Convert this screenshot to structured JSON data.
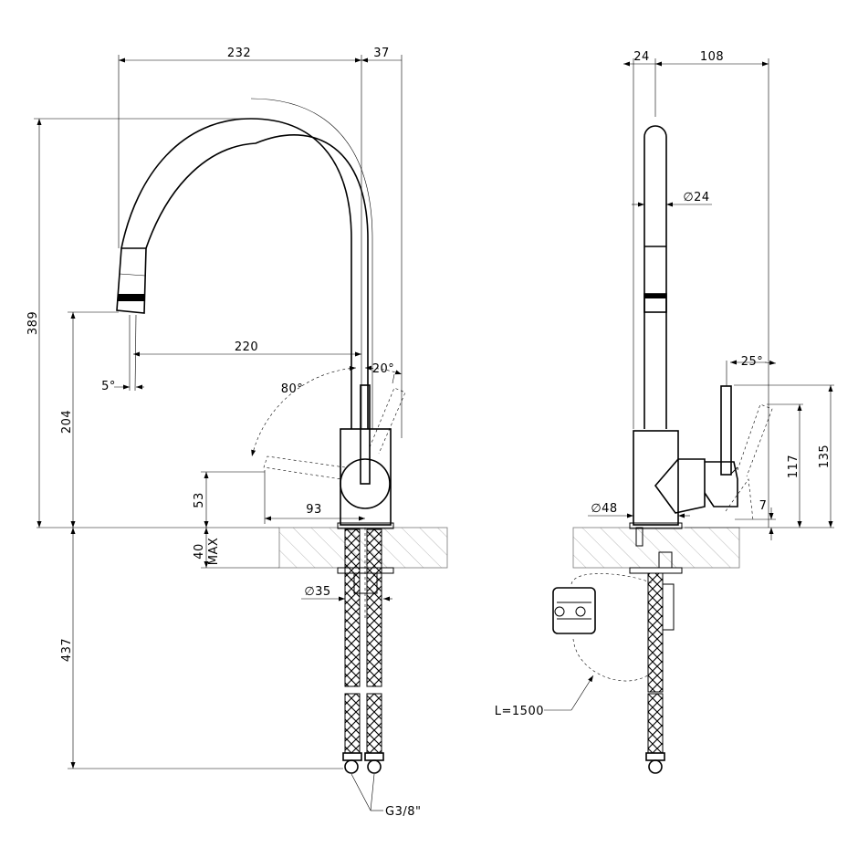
{
  "drawing": {
    "front_view": {
      "dims": {
        "spout_reach": "232",
        "spout_offset": "37",
        "total_height": "389",
        "outlet_height": "204",
        "spray_angle": "5°",
        "outlet_to_axis": "220",
        "lever_angle_front": "80°",
        "lever_angle_back": "20°",
        "lever_height": "53",
        "lever_reach": "93",
        "deck_thickness": "40",
        "deck_max": "MAX",
        "shank_diameter": "∅35",
        "hose_length": "437",
        "connection": "G3/8\""
      }
    },
    "side_view": {
      "dims": {
        "body_offset": "24",
        "spout_depth": "108",
        "spout_diameter": "∅24",
        "lever_angle": "25°",
        "body_diameter": "∅48",
        "lever_base": "7",
        "lever_height_1": "117",
        "lever_height_2": "135",
        "hose_pull_length": "L=1500"
      }
    }
  }
}
